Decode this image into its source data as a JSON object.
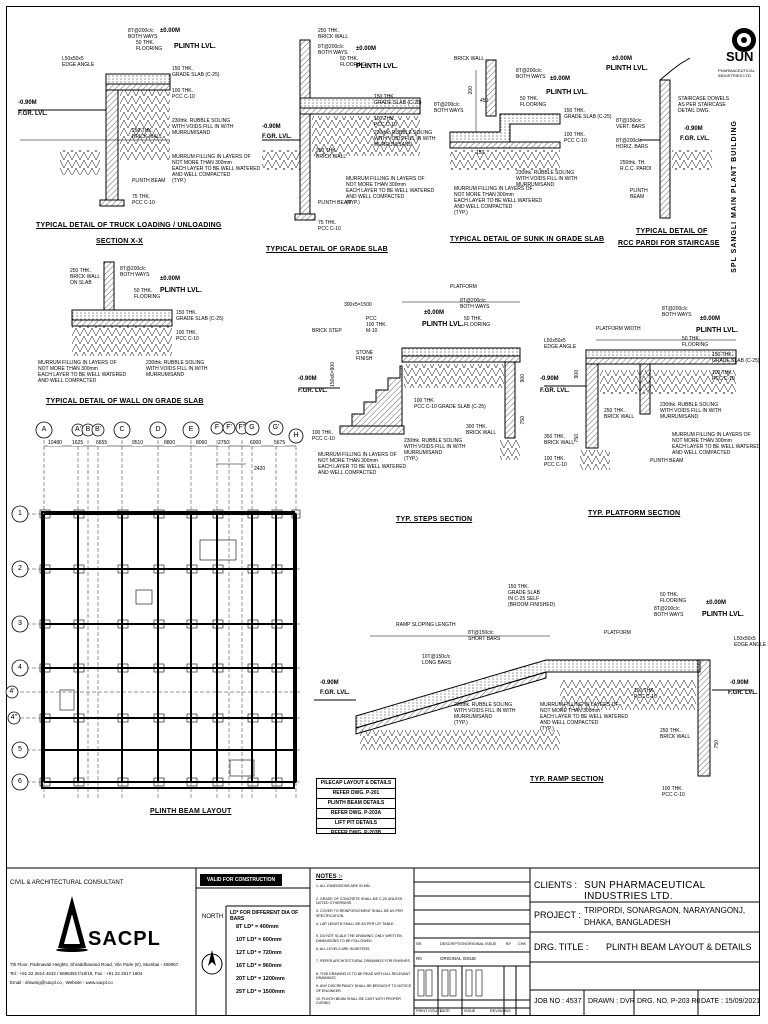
{
  "brand": {
    "sun_logo_text": "SUN",
    "sun_logo_sub": "PHARMACEUTICAL INDUSTRIES LTD.",
    "vertical_text": "SPL SANGLI MAIN PLANT BUILDING"
  },
  "details": {
    "truck": {
      "title": "TYPICAL DETAIL OF TRUCK LOADING / UNLOADING",
      "subtitle": "SECTION X-X",
      "level_top": "±0.00M",
      "plinth": "PLINTH LVL.",
      "fgr_level": "-0.90M",
      "fgr": "F.GR. LVL.",
      "edge": "L50x50x5\nEDGE ANGLE",
      "bars": "8T@200c/c\nBOTH WAYS",
      "flooring": "50 THK.\nFLOORING",
      "slab": "150 THK.\nGRADE SLAB (C-25)",
      "pcc": "100 THK.\nPCC C-10",
      "wall": "250 THK.\nBRICK WALL",
      "rubble": "230thk. RUBBLE SOLING\nWITH VOIDS FILL IN WITH\nMURRUM/SAND",
      "murrum": "MURRUM FILLING IN LAYERS OF\nNOT MORE THAN 300mm\nEACH LAYER TO BE WELL WATERED\nAND WELL COMPACTED\n(TYP.)",
      "beam": "PLINTH BEAM",
      "pcc75": "75 THK.\nPCC C-10"
    },
    "grade": {
      "title": "TYPICAL DETAIL OF GRADE SLAB",
      "wall": "250 THK.\nBRICK WALL",
      "bars": "8T@200c/c\nBOTH WAYS",
      "flooring": "50 THK.\nFLOORING",
      "level": "±0.00M",
      "plinth": "PLINTH LVL.",
      "slab": "150 THK.\nGRADE SLAB (C-25)",
      "pcc": "100 THK.\nPCC C-10",
      "fgr_level": "-0.90M",
      "fgr": "F.GR. LVL.",
      "rubble": "230thk. RUBBLE SOLING\nWITH VOIDS FILL IN WITH\nMURRUM/SAND",
      "wall2": "250 THK.\nBRICK WALL",
      "murrum": "MURRUM FILLING IN LAYERS OF\nNOT MORE THAN 300mm\nEACH LAYER TO BE WELL WATERED\nAND WELL COMPACTED\n(TYP.)",
      "beam": "PLINTH BEAM",
      "pcc75": "75 THK.\nPCC C-10"
    },
    "sunk": {
      "title": "TYPICAL DETAIL OF SUNK IN GRADE SLAB",
      "brick": "BRICK WALL",
      "bars": "8T@200c/c\nBOTH WAYS",
      "level": "±0.00M",
      "plinth": "PLINTH LVL.",
      "bars2": "8T@200c/c\nBOTH WAYS",
      "flooring": "50 THK.\nFLOORING",
      "slab": "150 THK.\nGRADE SLAB (C-25)",
      "pcc": "100 THK.\nPCC C-10",
      "rubble": "230thk. RUBBLE SOLING\nWITH VOIDS FILL IN WITH\nMURRUM/SAND",
      "murrum": "MURRUM FILLING IN LAYERS OF\nNOT MORE THAN 300mm\nEACH LAYER TO BE WELL WATERED\nAND WELL COMPACTED\n(TYP.)",
      "d200": "200",
      "d450": "450",
      "d150": "150"
    },
    "pardi": {
      "title1": "TYPICAL DETAIL OF",
      "title2": "RCC PARDI FOR STAIRCASE",
      "level": "±0.00M",
      "plinth": "PLINTH LVL.",
      "staircase": "STAIRCASE DOWELS\nAS PER STAIRCASE\nDETAIL DWG.",
      "bars": "8T@150c/c\nVERT. BARS",
      "bars2": "8T@200c/c\nHORIZ. BARS",
      "pardi": "250thk. TH.\nR.C.C. PARDI",
      "beam": "PLINTH\nBEAM",
      "fgr_level": "-0.90M",
      "fgr": "F.GR. LVL."
    },
    "wall": {
      "title": "TYPICAL DETAIL OF WALL ON GRADE SLAB",
      "wall": "250 THK.\nBRICK WALL\nON SLAB",
      "bars": "8T@200c/c\nBOTH WAYS",
      "level": "±0.00M",
      "plinth": "PLINTH LVL.",
      "flooring": "50 THK.\nFLOORING",
      "slab": "150 THK.\nGRADE SLAB (C-25)",
      "pcc": "100 THK.\nPCC C-10",
      "murrum": "MURRUM FILLING IN LAYERS OF\nNOT MORE THAN 300mm\nEACH LAYER TO BE WELL WATERED\nAND WELL COMPACTED",
      "rubble": "230thk. RUBBLE SOLING\nWITH VOIDS FILL IN WITH\nMURRUM/SAND"
    },
    "steps": {
      "title": "TYP. STEPS SECTION",
      "platform": "PLATFORM",
      "tread": "300x5=1500",
      "step": "BRICK STEP",
      "pcc": "PCC\n100 THK.\nM-10",
      "stone": "STONE\nFINISH",
      "level": "±0.00M",
      "plinth": "PLINTH LVL.",
      "bars": "8T@200c/c\nBOTH WAYS",
      "flooring": "50 THK.\nFLOORING",
      "fgr_level": "-0.90M",
      "fgr": "F.GR. LVL.",
      "slab": "100 THK.\nPCC C-10    GRADE SLAB (C-25)",
      "rise": "150x6=900",
      "wall": "300 THK.\nBRICK WALL",
      "pcc100": "100 THK.\nPCC C-10",
      "murrum": "MURRUM FILLING IN LAYERS OF\nNOT MORE THAN 300mm\nEACH LAYER TO BE WELL WATERED\nAND WELL COMPACTED",
      "rubble": "230thk. RUBBLE SOLING\nWITH VOIDS FILL IN WITH\nMURRUM/SAND\n(TYP.)",
      "d900": "900",
      "d750": "750"
    },
    "platform": {
      "title": "TYP. PLATFORM SECTION",
      "width": "PLATFORM WIDTH",
      "edge": "L50x50x5\nEDGE ANGLE",
      "bars": "8T@200c/c\nBOTH WAYS",
      "level": "±0.00M",
      "plinth": "PLINTH LVL.",
      "flooring": "50 THK.\nFLOORING",
      "slab": "150 THK.\nGRADE SLAB (C-25)",
      "pcc": "100 THK.\nPCC C-10",
      "fgr_level": "-0.90M",
      "fgr": "F.GR. LVL.",
      "wall": "250 THK.\nBRICK WALL",
      "rubble": "230thk. RUBBLE SOLING\nWITH VOIDS FILL IN WITH\nMURRUM/SAND",
      "murrum": "MURRUM FILLING IN LAYERS OF\nNOT MORE THAN 300mm\nEACH LAYER TO BE WELL WATERED\nAND WELL COMPACTED",
      "wall350": "350 THK.\nBRICK WALL",
      "pcc2": "100 THK.\nPCC C-10",
      "beam": "PLINTH BEAM",
      "d900": "900",
      "d750": "750"
    },
    "ramp": {
      "title": "TYP. RAMP SECTION",
      "length": "RAMP SLOPING LENGTH",
      "slab": "150 THK.\nGRADE SLAB\nIN C-25 SELF\n(BROOM FINISHED)",
      "platform": "PLATFORM",
      "flooring": "50 THK.\nFLOORING",
      "bars": "8T@200c/c\nBOTH WAYS",
      "level": "±0.00M",
      "plinth": "PLINTH LVL.",
      "edge": "L50x50x5\nEDGE ANGLE",
      "long": "10T@150c/c\nLONG BARS",
      "short": "8T@150c/c\nSHORT BARS",
      "fgr_level": "-0.90M",
      "fgr": "F.GR. LVL.",
      "pcc": "100 THK.\nPCC C-10",
      "fgr2_level": "-0.90M",
      "fgr2": "F.GR. LVL.",
      "rubble": "230thk. RUBBLE SOLING\nWITH VOIDS FILL IN WITH\nMURRUM/SAND\n(TYP.)",
      "murrum": "MURRUM FILLING IN LAYERS OF\nNOT MORE THAN 300mm\nEACH LAYER TO BE WELL WATERED\nAND WELL COMPACTED\n(TYP.)",
      "wall": "250 THK.\nBRICK WALL",
      "pcc2": "100 THK.\nPCC C-10",
      "d750": "750"
    }
  },
  "plan": {
    "title": "PLINTH BEAM LAYOUT",
    "col_labels": [
      "A",
      "A'",
      "B",
      "B'",
      "C",
      "D",
      "E",
      "F",
      "F'",
      "F''",
      "G",
      "G'",
      "H"
    ],
    "row_labels": [
      "1",
      "2",
      "3",
      "4",
      "4'",
      "4''",
      "5",
      "6"
    ],
    "spacing": [
      "10480",
      "1625",
      "6655",
      "9510",
      "8800",
      "8060",
      "2750",
      "6000",
      "5675"
    ],
    "spacing2": [
      "2420"
    ],
    "refs": [
      "PILECAP LAYOUT & DETAILS",
      "REFER DWG. P-201",
      "PLINTH BEAM DETAILS",
      "REFER DWG. P-203A",
      "LIFT PIT DETAILS",
      "REFER DWG. P-203B"
    ]
  },
  "titleblock": {
    "consultant_label": "CIVIL & ARCHITECTURAL CONSULTANT",
    "company": "SACPL",
    "address1": "7th Floor, Padmavati Heights, Shraddhanand Road, Vile Parle (E), Mumbai - 400057.",
    "address2": "Tel : +91 22 2614 4632 / 66963917/18/19, Fax : +91 22 2617 1804",
    "address3": "Email : drawing@sacpl.co , Website : www.sacpl.co",
    "valid": "VALID FOR CONSTRUCTION",
    "north": "NORTH",
    "ld_title": "LD* FOR DIFFERENT DIA OF BARS",
    "ld_rows": [
      "8T  LD* = 400mm",
      "10T  LD* = 600mm",
      "12T  LD* = 720mm",
      "16T  LD* = 960mm",
      "20T  LD* = 1200mm",
      "25T  LD* = 1500mm"
    ],
    "notes_title": "NOTES :-",
    "notes": [
      "1. ALL DIMENSIONS ARE IN MM.",
      "2. GRADE OF CONCRETE SHALL BE C-25 UNLESS NOTED OTHERWISE.",
      "3. COVER TO REINFORCEMENT SHALL BE AS PER SPECIFICATION.",
      "4. LAP LENGTH SHALL BE AS PER LD* TABLE.",
      "5. DO NOT SCALE THE DRAWING, ONLY WRITTEN DIMENSIONS TO BE FOLLOWED.",
      "6. ALL LEVELS ARE IN METERS.",
      "7. REFER ARCHITECTURAL DRAWINGS FOR FINISHES.",
      "8. THIS DRAWING IS TO BE READ WITH ALL RELEVANT DRAWINGS.",
      "9. ANY DISCREPANCY SHALL BE BROUGHT TO NOTICE OF ENGINEER.",
      "10. PLINTH BEAM SHALL BE CAST WITH PROPER CURING."
    ],
    "rev_headers": [
      "PRINT ISSUED",
      "DATE",
      "ISSUE",
      "REVISIONS"
    ],
    "rev_cols": [
      "SR.",
      "DESCRIPTION",
      "ORIGINAL ISSUE",
      "BY",
      "CHK"
    ],
    "rev_row": [
      "R0",
      "ORIGINAL ISSUE"
    ],
    "client_label": "CLIENTS :",
    "client": "SUN PHARMACEUTICAL INDUSTRIES LTD.",
    "project_label": "PROJECT :",
    "project1": "TRIPORDI, SONARGAON, NARAYANGONJ,",
    "project2": "DHAKA, BANGLADESH",
    "drg_label": "DRG. TITLE :",
    "drg_title": "PLINTH BEAM LAYOUT & DETAILS",
    "job": "JOB NO : 4537",
    "drawn": "DRAWN : DVR",
    "drg_no": "DRG. NO. P-203 R0",
    "date": "DATE : 15/09/2021"
  }
}
